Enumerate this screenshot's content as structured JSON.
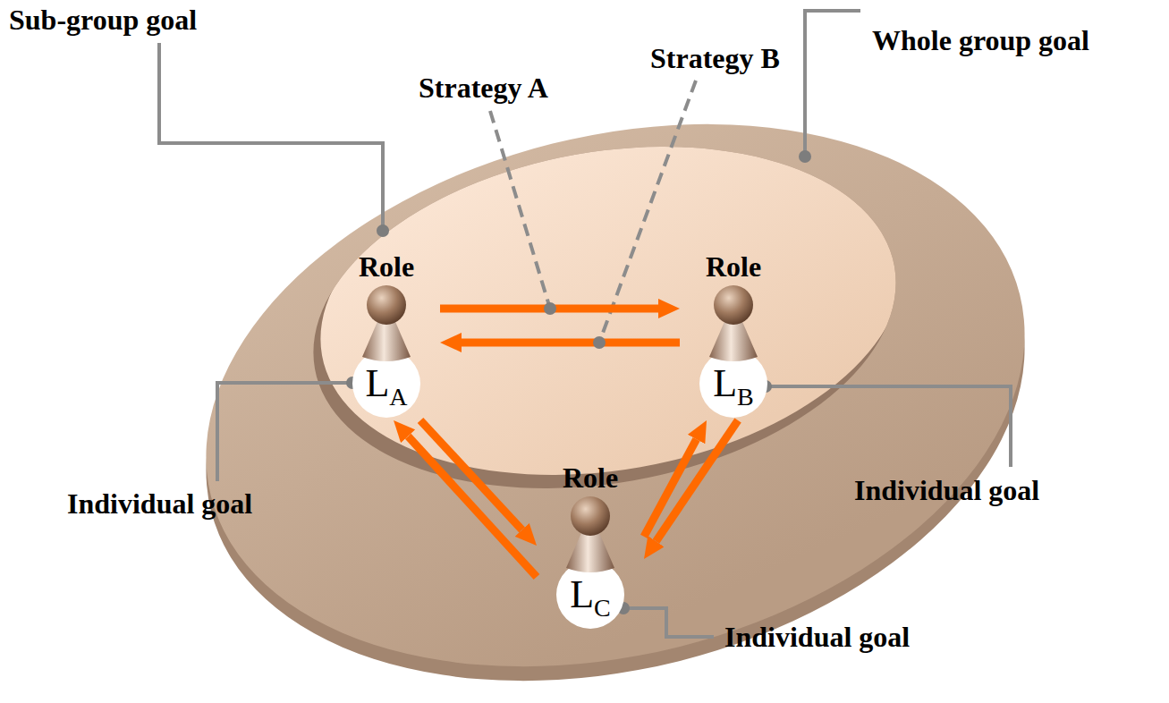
{
  "diagram": {
    "nodes": [
      {
        "text": [
          "Role",
          "L",
          "A"
        ]
      },
      {
        "text": [
          "Role",
          "L",
          "B"
        ]
      },
      {
        "text": [
          "Role",
          "L",
          "C"
        ]
      }
    ],
    "edges": [
      {
        "from": 0,
        "to": 1,
        "arrow": "to"
      },
      {
        "from": 1,
        "to": 0,
        "arrow": "to"
      },
      {
        "from": 0,
        "to": 2,
        "arrow": "to"
      },
      {
        "from": 2,
        "to": 0,
        "arrow": "to"
      },
      {
        "from": 2,
        "to": 1,
        "arrow": "to"
      },
      {
        "from": 1,
        "to": 2,
        "arrow": "to"
      }
    ],
    "labels": [
      "Sub-group goal",
      "Strategy A",
      "Strategy B",
      "Whole group goal",
      "Individual goal",
      "Individual goal",
      "Individual goal"
    ]
  }
}
